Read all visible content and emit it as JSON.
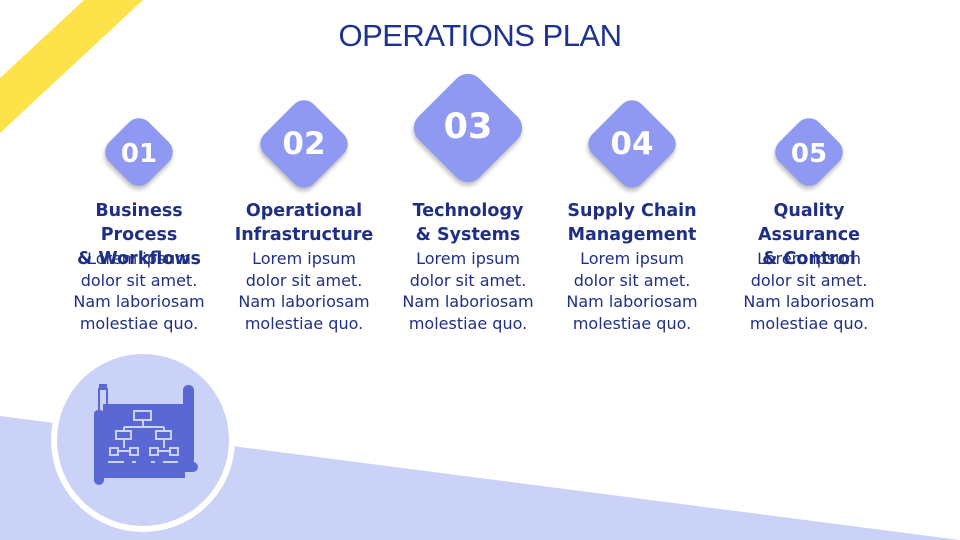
{
  "slide": {
    "title": "OPERATIONS PLAN",
    "colors": {
      "title": "#1d3190",
      "text": "#1f2f86",
      "diamond": "#9099f2",
      "accent_yellow": "#fde24a",
      "bottom_shape": "#cad3f7",
      "icon": "#5a68d4"
    },
    "icon": "blueprint-flowchart-icon",
    "steps": [
      {
        "number": "01",
        "title_line1": "Business Process",
        "title_line2": "& Workflows",
        "body": [
          "Lorem ipsum",
          "dolor sit amet.",
          "Nam laboriosam",
          "molestiae quo."
        ]
      },
      {
        "number": "02",
        "title_line1": "Operational",
        "title_line2": "Infrastructure",
        "body": [
          "Lorem ipsum",
          "dolor sit amet.",
          "Nam laboriosam",
          "molestiae quo."
        ]
      },
      {
        "number": "03",
        "title_line1": "Technology",
        "title_line2": "& Systems",
        "body": [
          "Lorem ipsum",
          "dolor sit amet.",
          "Nam laboriosam",
          "molestiae quo."
        ]
      },
      {
        "number": "04",
        "title_line1": "Supply Chain",
        "title_line2": "Management",
        "body": [
          "Lorem ipsum",
          "dolor sit amet.",
          "Nam laboriosam",
          "molestiae quo."
        ]
      },
      {
        "number": "05",
        "title_line1": "Quality Assurance",
        "title_line2": "& Control",
        "body": [
          "Lorem ipsum",
          "dolor sit amet.",
          "Nam laboriosam",
          "molestiae quo."
        ]
      }
    ]
  }
}
